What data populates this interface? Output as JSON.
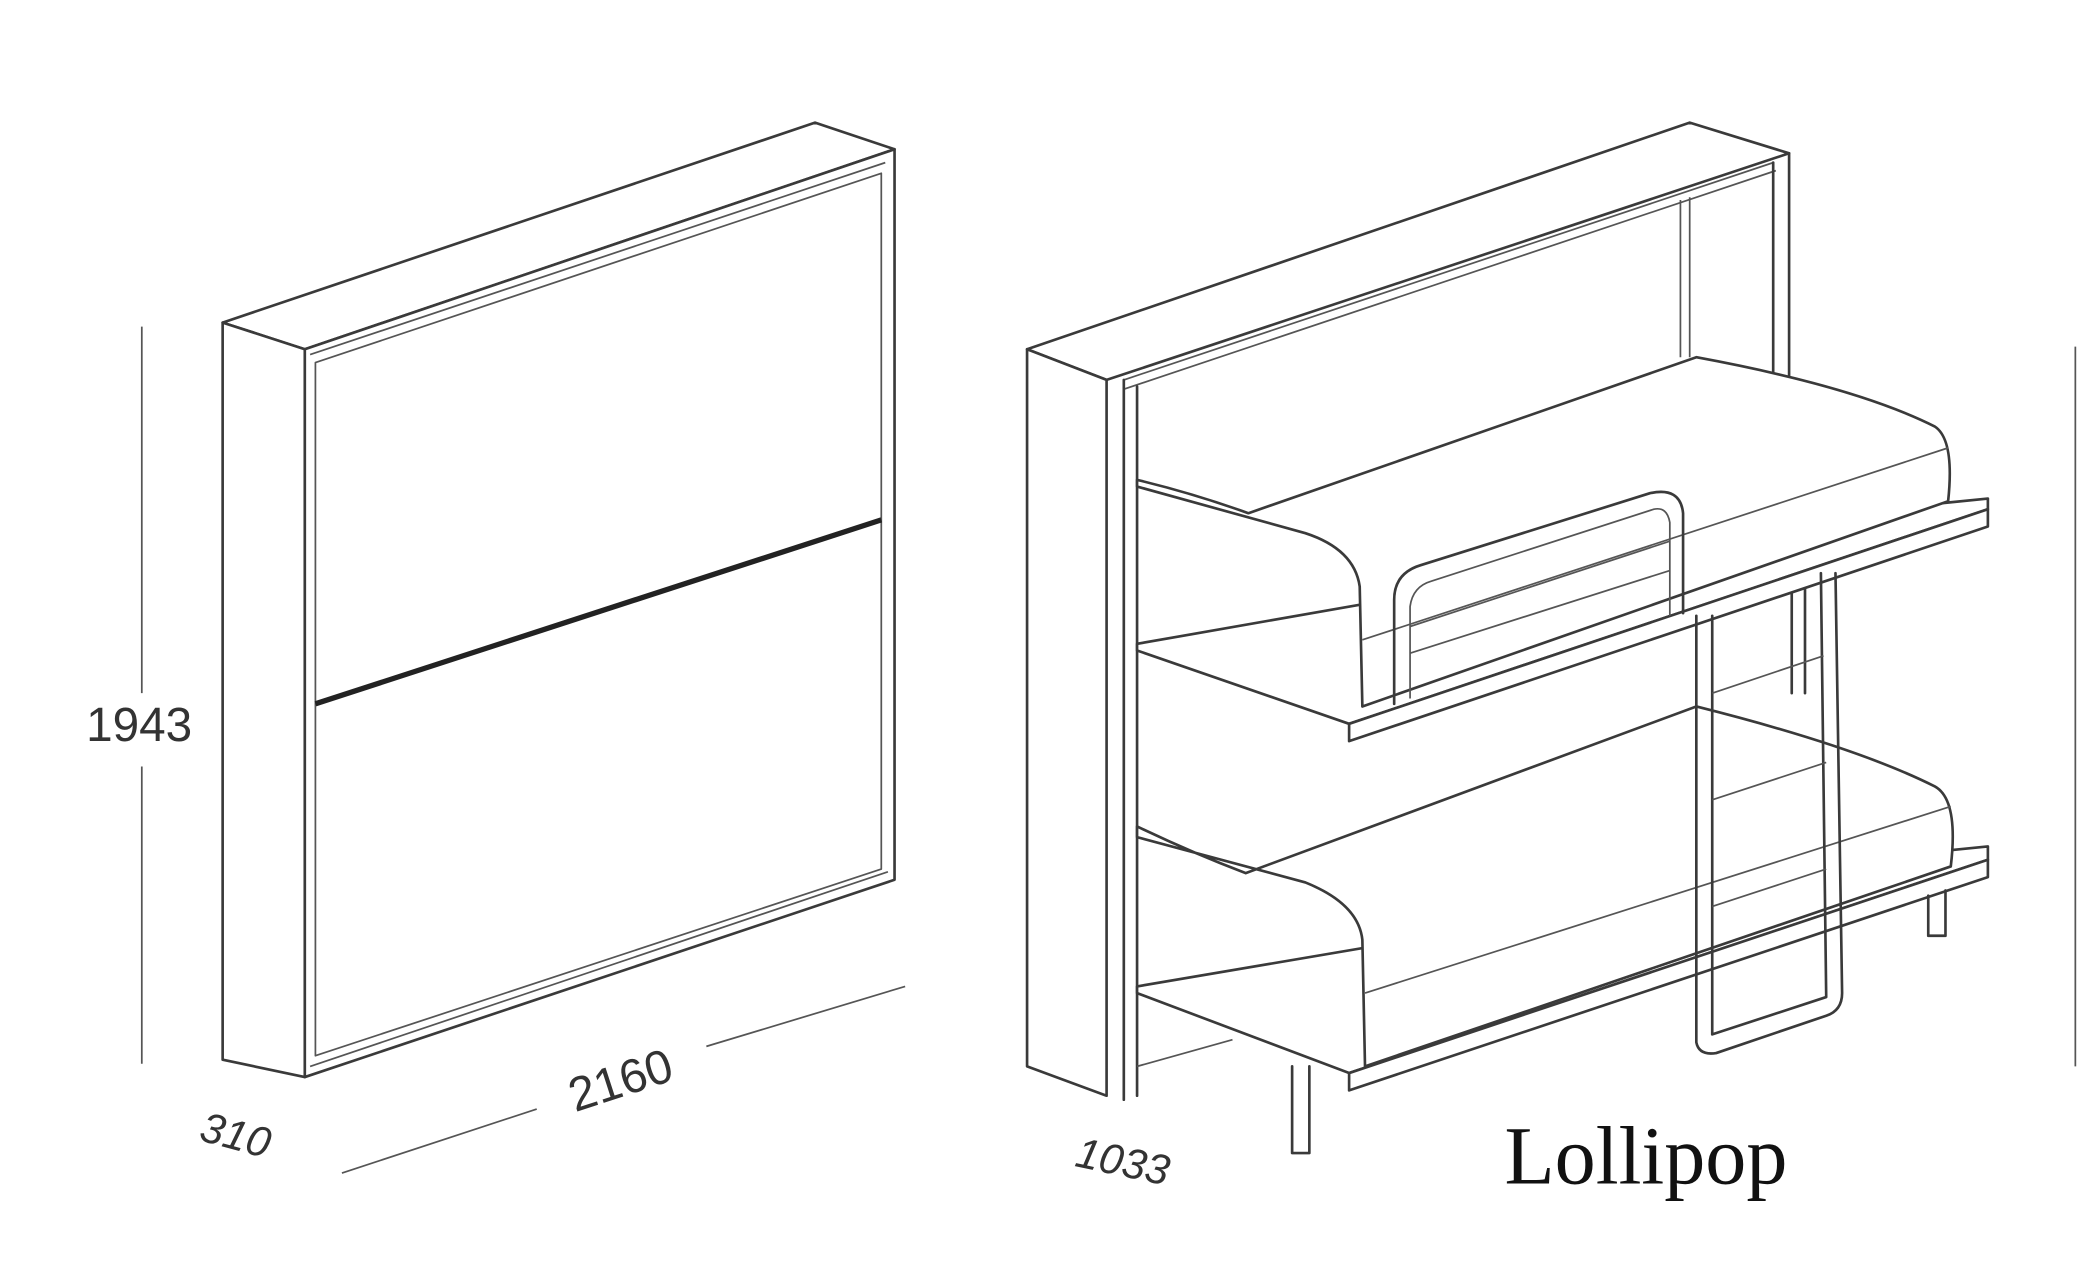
{
  "dimensions": {
    "height": "1943",
    "width": "2160",
    "depth_closed": "310",
    "depth_open": "1033"
  },
  "product_name": "Lollipop"
}
